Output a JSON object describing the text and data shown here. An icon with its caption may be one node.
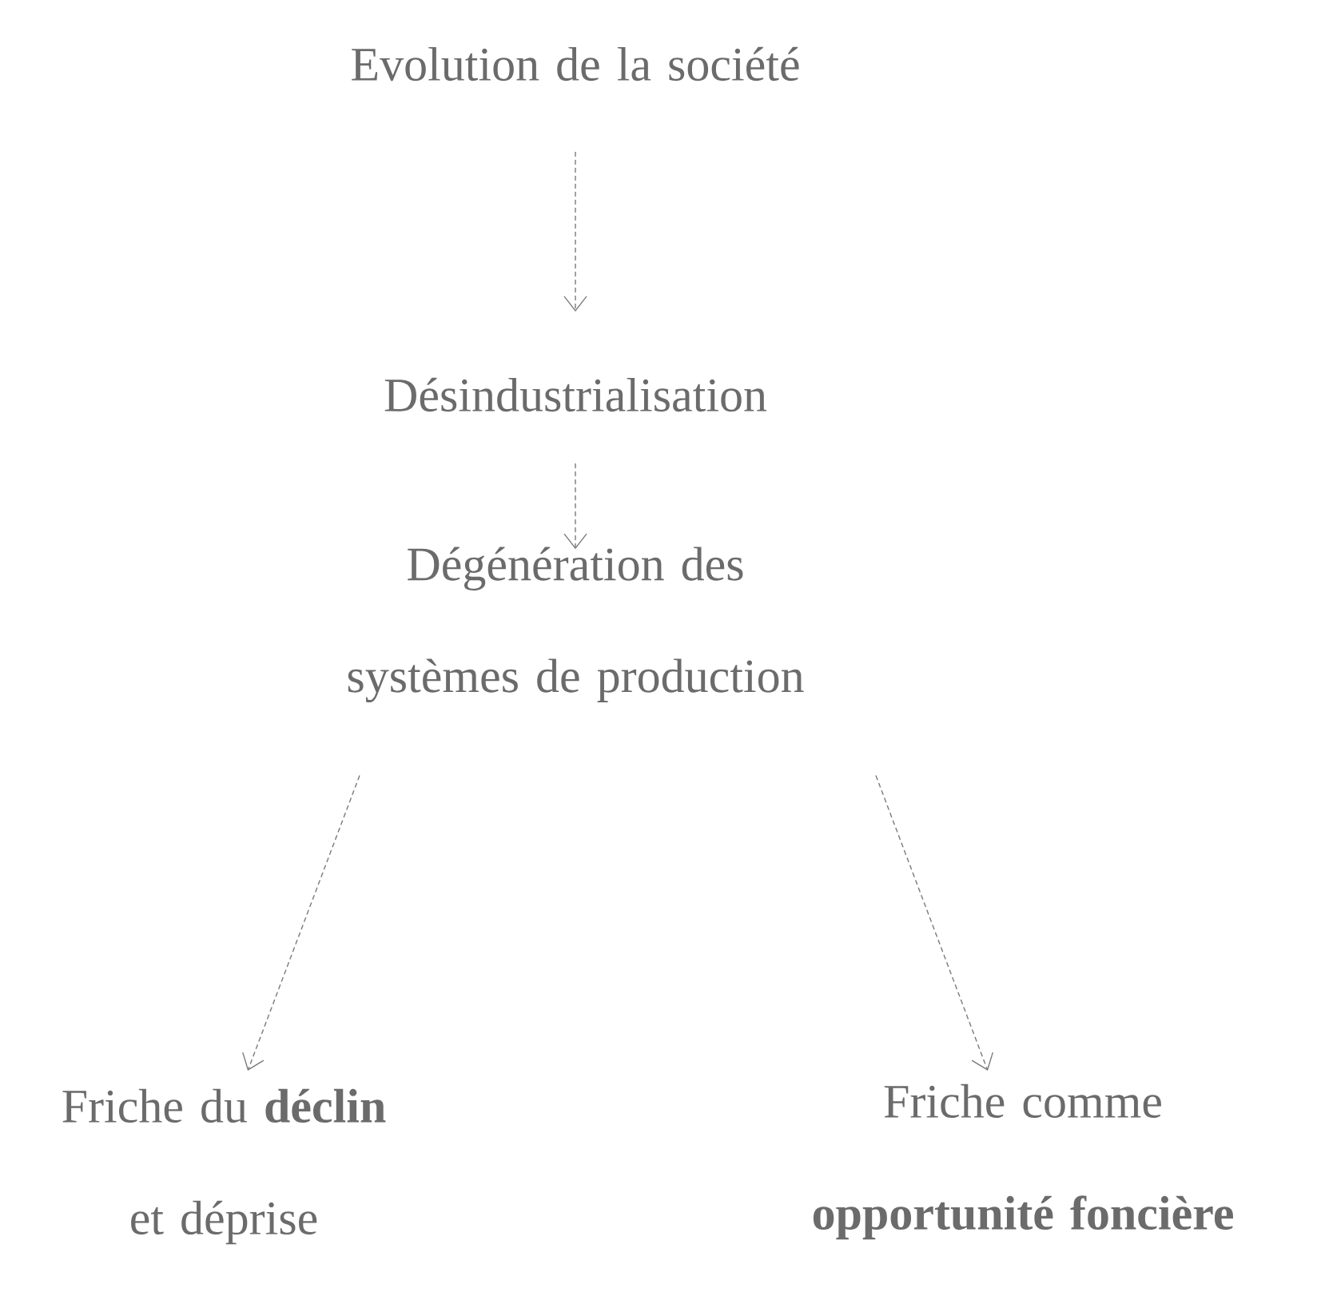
{
  "diagram": {
    "nodes": [
      {
        "text": [
          "Evolution de la société"
        ]
      },
      {
        "text": [
          "Désindustrialisation"
        ]
      },
      {
        "text": [
          "Dégénération des systèmes de production"
        ]
      },
      {
        "text": [
          "Friche du **déclin** et déprise"
        ]
      },
      {
        "text": [
          "Friche comme **opportunité foncière**"
        ]
      }
    ],
    "edges": [
      {
        "from": 0,
        "to": 1,
        "arrow": "to",
        "style": "dashed"
      },
      {
        "from": 1,
        "to": 2,
        "arrow": "to",
        "style": "dashed"
      },
      {
        "from": 2,
        "to": 3,
        "arrow": "to",
        "style": "dashed"
      },
      {
        "from": 2,
        "to": 4,
        "arrow": "to",
        "style": "dashed"
      }
    ]
  }
}
